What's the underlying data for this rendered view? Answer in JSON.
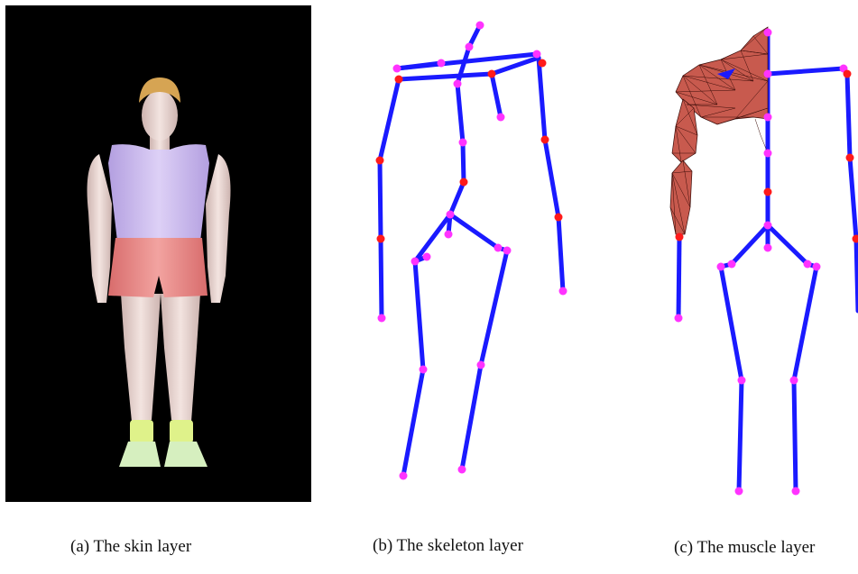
{
  "captions": {
    "a": "(a) The skin layer",
    "b": "(b) The skeleton layer",
    "c": "(c) The muscle layer"
  },
  "colors": {
    "background": "#ffffff",
    "skin_panel_bg": "#000000",
    "bone": "#1a1aff",
    "joint_end": "#ff33ff",
    "joint_mid": "#ff1a1a",
    "muscle": "#c85a4e",
    "muscle_edge": "#3a0c08",
    "shirt": "#c9b6ef",
    "shorts": "#e88585",
    "skin": "#ead4cf",
    "hair": "#d6a453",
    "shoes": "#cfeaa0"
  }
}
